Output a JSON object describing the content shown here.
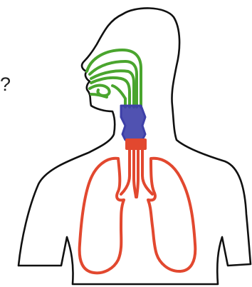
{
  "diagram": {
    "question_mark": "?",
    "colors": {
      "outline": "#111111",
      "upper_airway": "#4aa52e",
      "larynx": "#3d3fa8",
      "lower_airway": "#e2482f"
    },
    "parts": [
      {
        "name": "body-outline",
        "color_key": "outline"
      },
      {
        "name": "upper-airway",
        "color_key": "upper_airway"
      },
      {
        "name": "larynx",
        "color_key": "larynx"
      },
      {
        "name": "trachea-and-lungs",
        "color_key": "lower_airway"
      }
    ]
  }
}
